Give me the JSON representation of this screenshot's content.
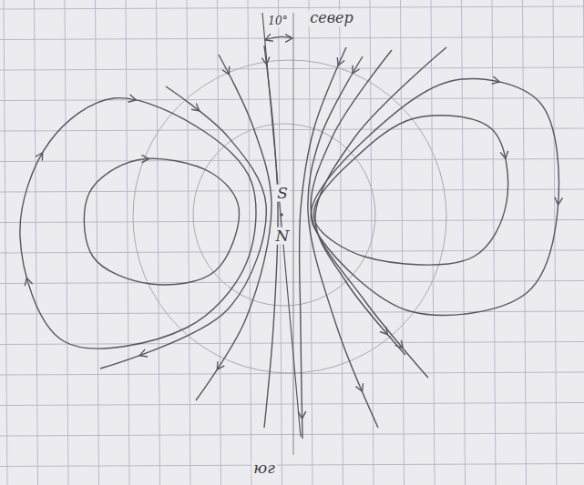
{
  "diagram": {
    "labels": [
      "10°",
      "север",
      "S",
      "N",
      "юг"
    ]
  }
}
